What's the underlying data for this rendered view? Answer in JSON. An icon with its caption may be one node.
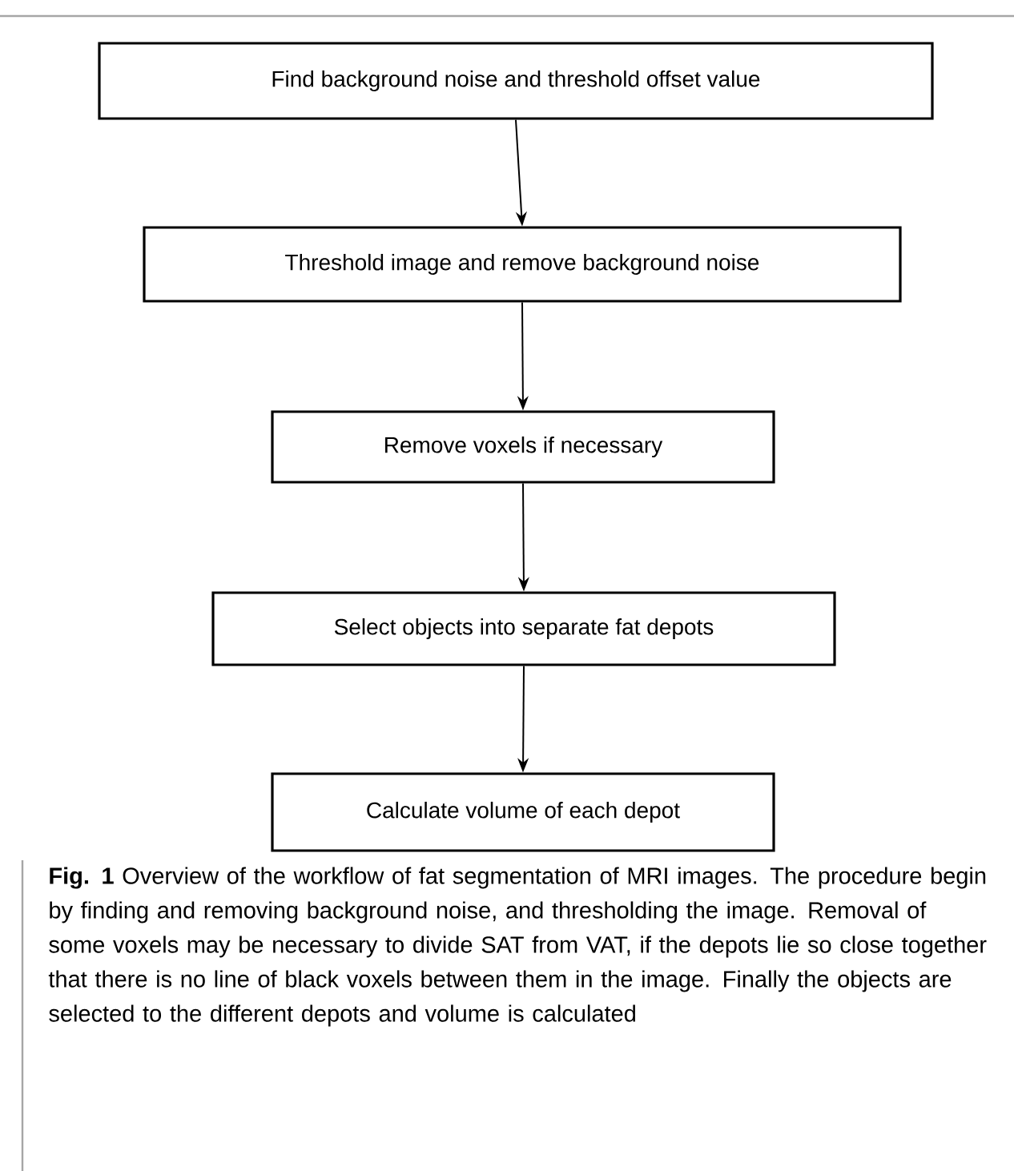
{
  "diagram": {
    "caption": "**Fig. 1** Overview of the workflow of fat segmentation of MRI images. The procedure begin by finding and removing background noise, and thresholding the image. Removal of some voxels may be necessary to divide SAT from VAT, if the depots lie so close together that there is no line of black voxels between them in the image. Finally the objects are selected to the different depots and volume is calculated",
    "nodes": [
      {
        "text": [
          "Find background noise and threshold offset value"
        ]
      },
      {
        "text": [
          "Threshold image and remove background noise"
        ]
      },
      {
        "text": [
          "Remove voxels if necessary"
        ]
      },
      {
        "text": [
          "Select objects into separate fat depots"
        ]
      },
      {
        "text": [
          "Calculate volume of each depot"
        ]
      }
    ],
    "edges": [
      {
        "from": 0,
        "to": 1,
        "arrow": "to"
      },
      {
        "from": 1,
        "to": 2,
        "arrow": "to"
      },
      {
        "from": 2,
        "to": 3,
        "arrow": "to"
      },
      {
        "from": 3,
        "to": 4,
        "arrow": "to"
      }
    ]
  }
}
